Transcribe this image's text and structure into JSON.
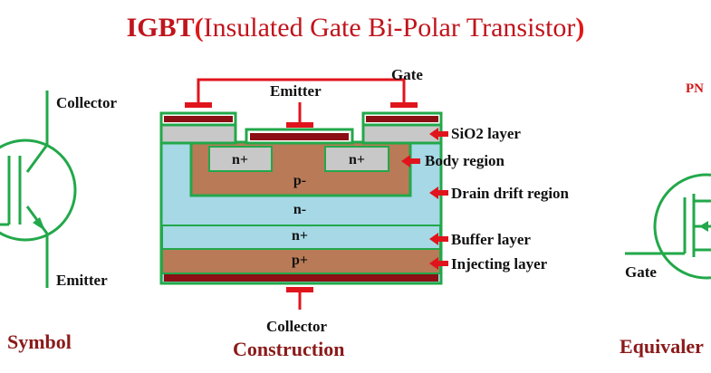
{
  "title": {
    "main": "IGBT",
    "open_paren": "(",
    "sub": "Insulated Gate Bi-Polar Transistor",
    "close_paren": ")"
  },
  "symbol": {
    "collector": "Collector",
    "emitter": "Emitter",
    "caption": "Symbol"
  },
  "construction": {
    "gate": "Gate",
    "emitter": "Emitter",
    "collector": "Collector",
    "caption": "Construction",
    "regions": {
      "n_plus_left": "n+",
      "n_plus_right": "n+",
      "p_minus": "p-",
      "n_minus": "n-",
      "n_plus_buffer": "n+",
      "p_plus": "p+"
    },
    "annotations": [
      "SiO2 layer",
      "Body region",
      "Drain drift region",
      "Buffer layer",
      "Injecting layer"
    ]
  },
  "equivalent": {
    "top_label": "PN",
    "gate": "Gate",
    "caption": "Equivaler"
  },
  "colors": {
    "title_red": "#c0141c",
    "arrow_red": "#e0141c",
    "outline_green": "#22a84a",
    "drift_blue": "#a6d8e6",
    "p_brown": "#b97a57",
    "oxide_gray": "#c8c8c8",
    "metal_dark": "#8b0f14",
    "caption_maroon": "#8b1a1a"
  }
}
